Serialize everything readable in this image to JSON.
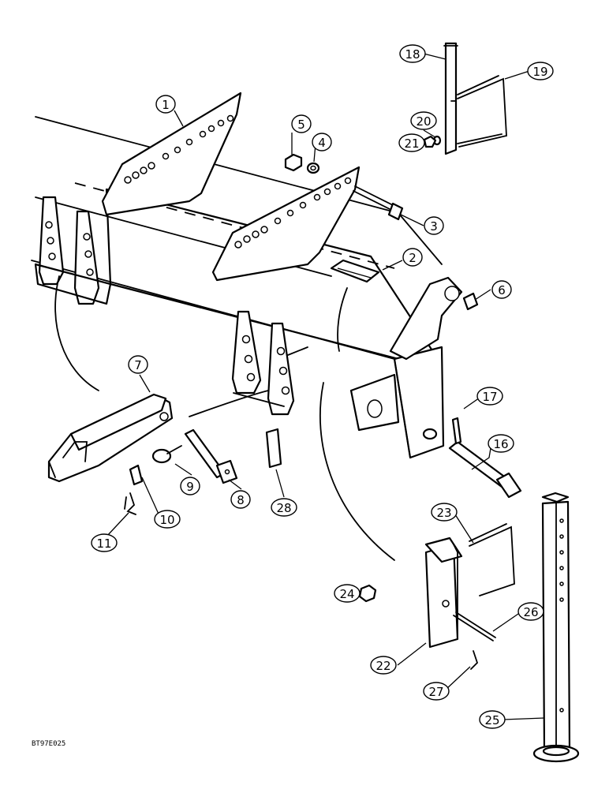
{
  "figure_code": "BT97E025",
  "callouts": [
    {
      "label": "1"
    },
    {
      "label": "2"
    },
    {
      "label": "3"
    },
    {
      "label": "4"
    },
    {
      "label": "5"
    },
    {
      "label": "6"
    },
    {
      "label": "7"
    },
    {
      "label": "8"
    },
    {
      "label": "9"
    },
    {
      "label": "10"
    },
    {
      "label": "11"
    },
    {
      "label": "16"
    },
    {
      "label": "17"
    },
    {
      "label": "18"
    },
    {
      "label": "19"
    },
    {
      "label": "20"
    },
    {
      "label": "21"
    },
    {
      "label": "22"
    },
    {
      "label": "23"
    },
    {
      "label": "24"
    },
    {
      "label": "25"
    },
    {
      "label": "26"
    },
    {
      "label": "27"
    },
    {
      "label": "28"
    }
  ]
}
